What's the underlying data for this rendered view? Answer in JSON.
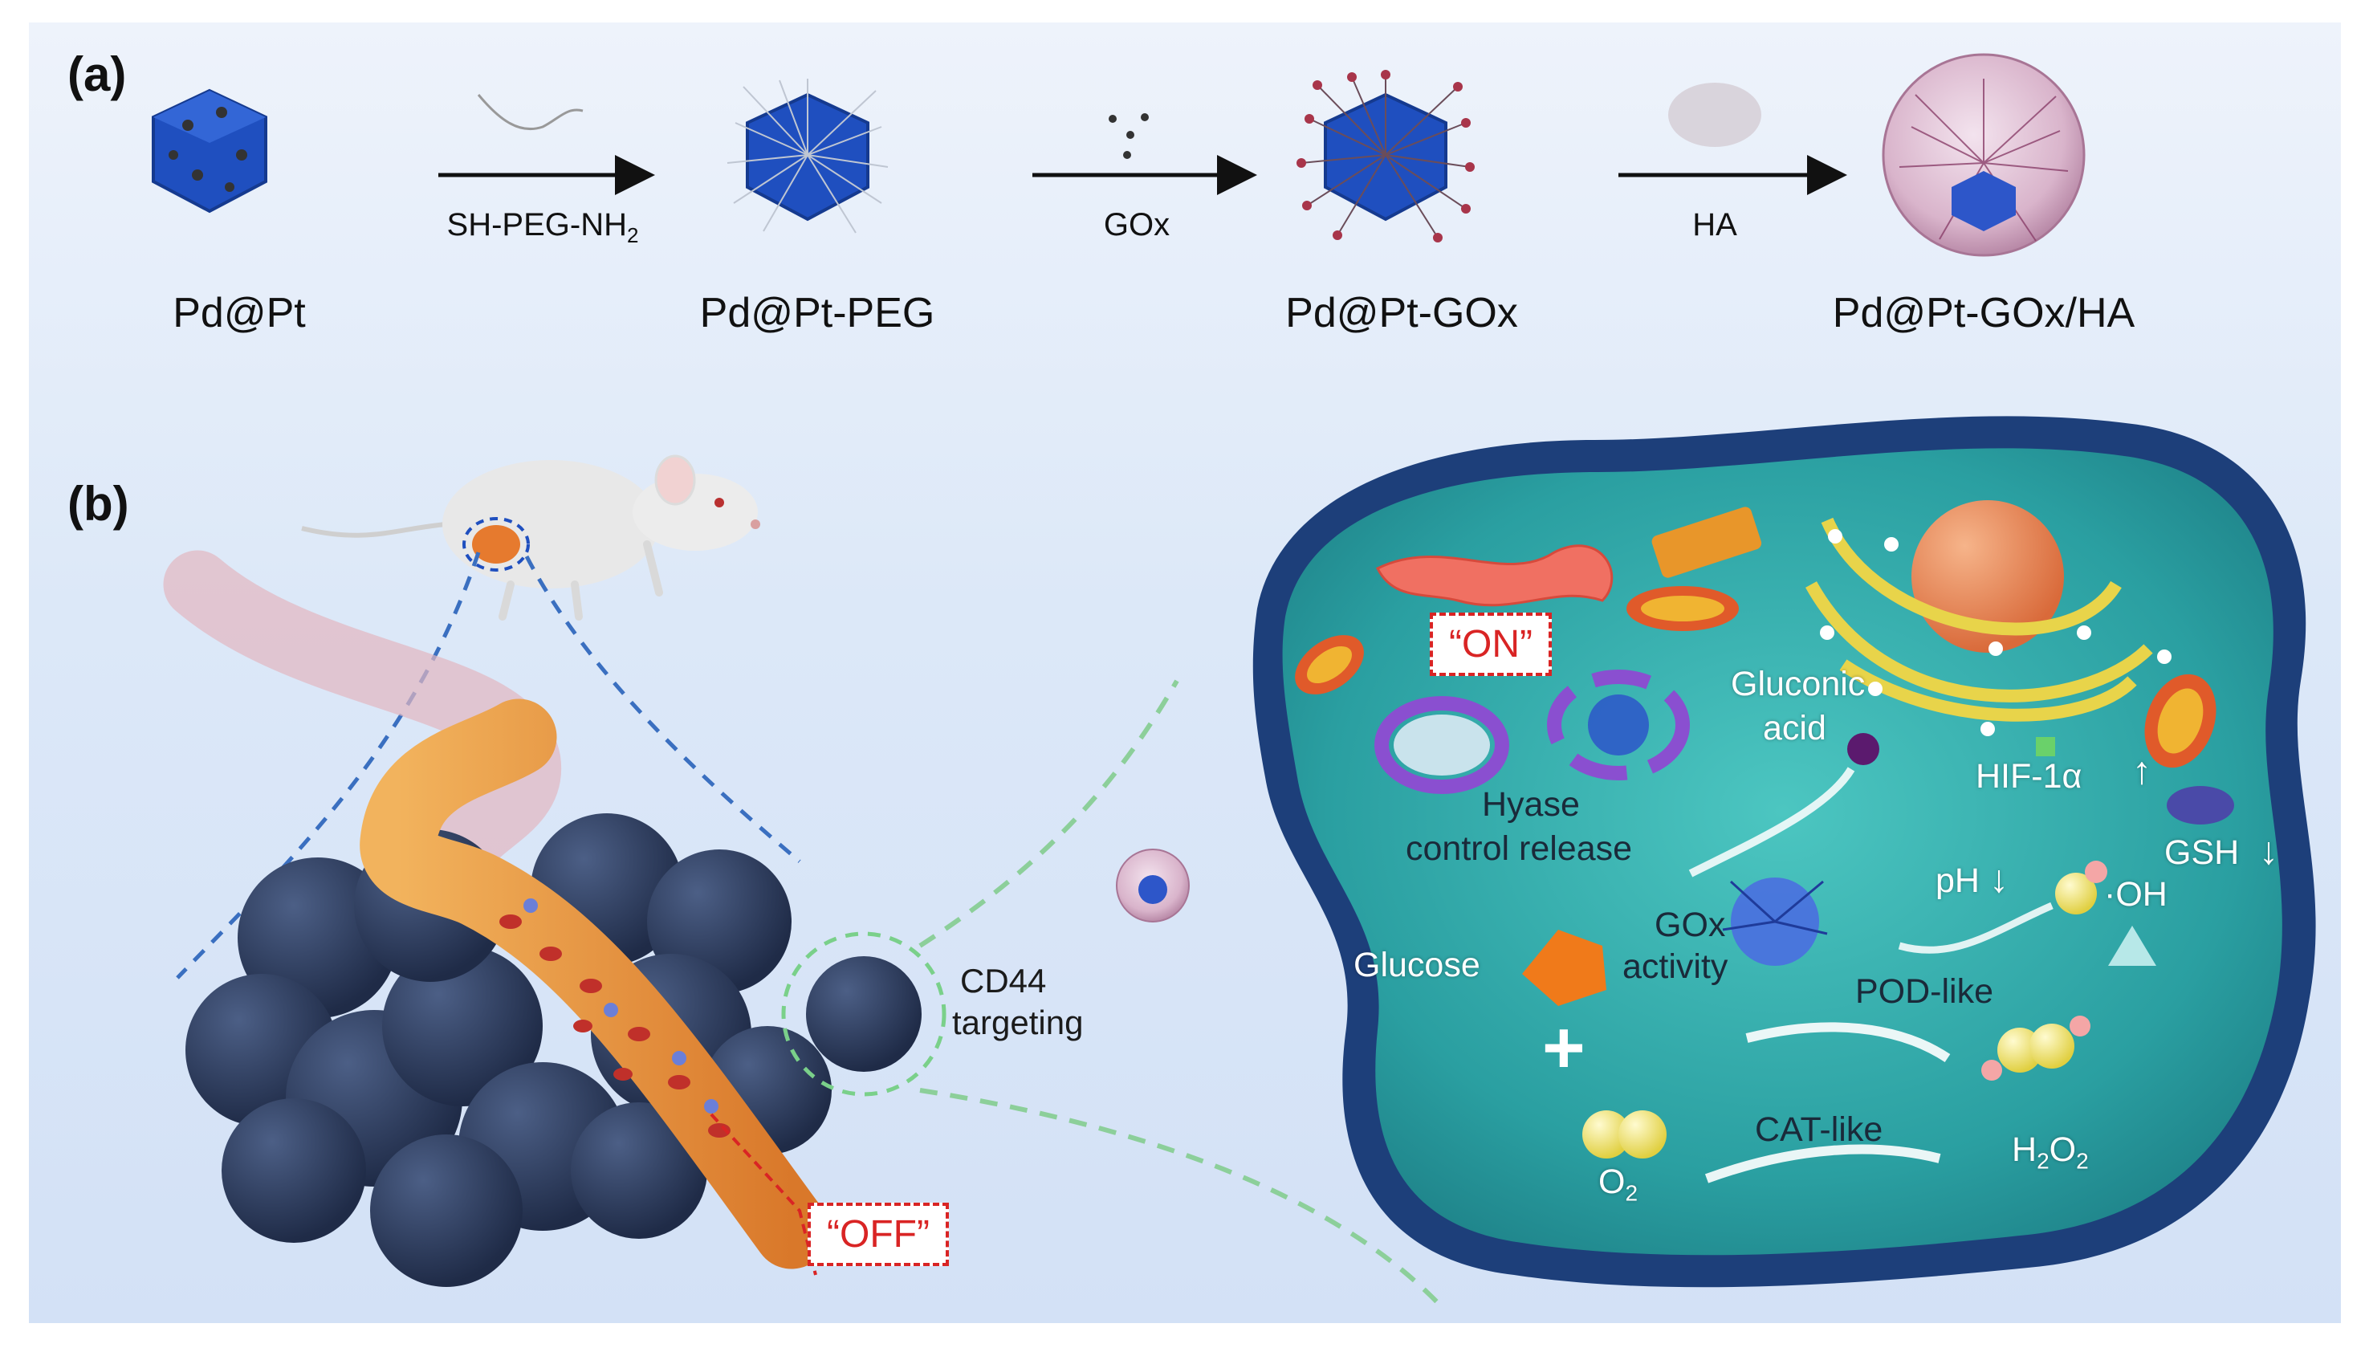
{
  "panel_a": {
    "label": "(a)",
    "stages": [
      "Pd@Pt",
      "Pd@Pt-PEG",
      "Pd@Pt-GOx",
      "Pd@Pt-GOx/HA"
    ],
    "reagents": {
      "peg_prefix": "SH-PEG-NH",
      "peg_sub": "2",
      "gox": "GOx",
      "ha": "HA"
    }
  },
  "panel_b": {
    "label": "(b)",
    "targeting_line1": "CD44",
    "targeting_line2": "targeting",
    "off_label": "“OFF”",
    "on_label": "“ON”",
    "gluconic_line1": "Gluconic",
    "gluconic_line2": "acid",
    "hyase_line1": "Hyase",
    "hyase_line2": "control release",
    "hif_label": "HIF-1α",
    "gsh_label": "GSH",
    "ph_label": "pH",
    "oh_label": "·OH",
    "glucose_label": "Glucose",
    "gox_line1": "GOx",
    "gox_line2": "activity",
    "pod_label": "POD-like",
    "cat_label": "CAT-like",
    "plus": "+",
    "o2_main": "O",
    "o2_sub": "2",
    "h2o2_h": "H",
    "h2o2_sub1": "2",
    "h2o2_o": "O",
    "h2o2_sub2": "2"
  },
  "colors": {
    "nanoparticle_blue": "#1f4fbf",
    "tumor_navy": "#2a3a5e",
    "vessel_orange": "#e8963a",
    "cell_teal": "#2fa8a8",
    "cell_membrane": "#1d3f7a",
    "highlight_red": "#d92424"
  }
}
